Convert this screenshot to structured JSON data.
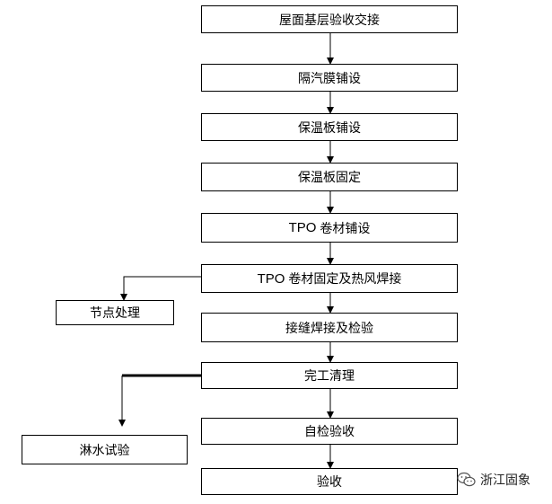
{
  "flowchart": {
    "steps": [
      {
        "id": "s1",
        "label": "屋面基层验收交接"
      },
      {
        "id": "s2",
        "label": "隔汽膜铺设"
      },
      {
        "id": "s3",
        "label": "保温板铺设"
      },
      {
        "id": "s4",
        "label": "保温板固定"
      },
      {
        "id": "s5",
        "latin": "TPO",
        "label": "卷材铺设"
      },
      {
        "id": "s6",
        "latin": "TPO",
        "label": "卷材固定及热风焊接"
      },
      {
        "id": "s7",
        "label": "接缝焊接及检验"
      },
      {
        "id": "s8",
        "label": "完工清理"
      },
      {
        "id": "s9",
        "label": "自检验收"
      },
      {
        "id": "s10",
        "label": "验收"
      }
    ],
    "branches": [
      {
        "id": "b1",
        "label": "节点处理"
      },
      {
        "id": "b2",
        "label": "淋水试验"
      }
    ]
  },
  "watermark": {
    "text": "浙江固象",
    "icon": "wechat-icon"
  }
}
